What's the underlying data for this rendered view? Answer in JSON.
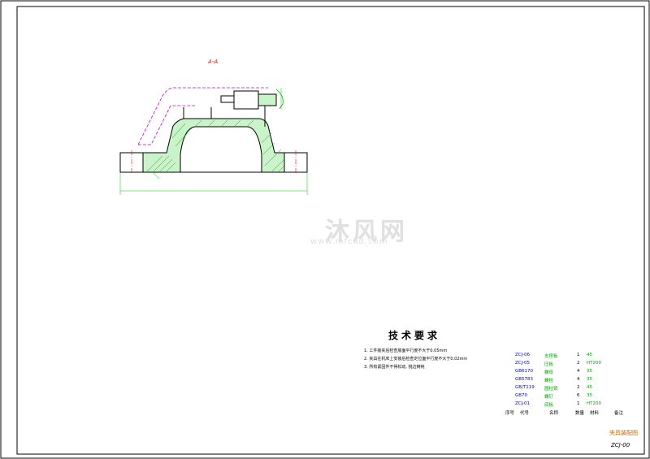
{
  "watermark": {
    "text": "沐风网",
    "url": "www.mfcad.com"
  },
  "section_label": "A-A",
  "tech_requirements": {
    "title": "技术要求",
    "items": [
      "1. 工件装夹后检查底面平行度不大于0.05mm",
      "2. 夹具在机床上安装后检查定位面平行度不大于0.02mm",
      "3. 所有紧固件不得松动, 锐边倒钝"
    ]
  },
  "title_block": {
    "drawing_name": "夹具装配图",
    "drawing_number": "ZCJ-00",
    "header": [
      "序号",
      "代号",
      "名称",
      "数量",
      "材料",
      "备注"
    ],
    "rows": [
      [
        "ZCJ-06",
        "支撑板",
        "1",
        "45"
      ],
      [
        "ZCJ-05",
        "压板",
        "2",
        "HT200"
      ],
      [
        "GB6170",
        "螺母",
        "4",
        "35"
      ],
      [
        "GB5783",
        "螺栓",
        "4",
        "35"
      ],
      [
        "GB/T119",
        "圆柱销",
        "2",
        "45"
      ],
      [
        "GB70",
        "螺钉",
        "6",
        "35"
      ],
      [
        "ZCJ-01",
        "底板",
        "1",
        "HT200"
      ]
    ]
  },
  "colors": {
    "outline": "#000000",
    "dimension": "#00cc00",
    "hatch": "#00aa00",
    "centerline": "#ff0000",
    "hidden": "#cc00cc",
    "leader": "#00dd00"
  }
}
